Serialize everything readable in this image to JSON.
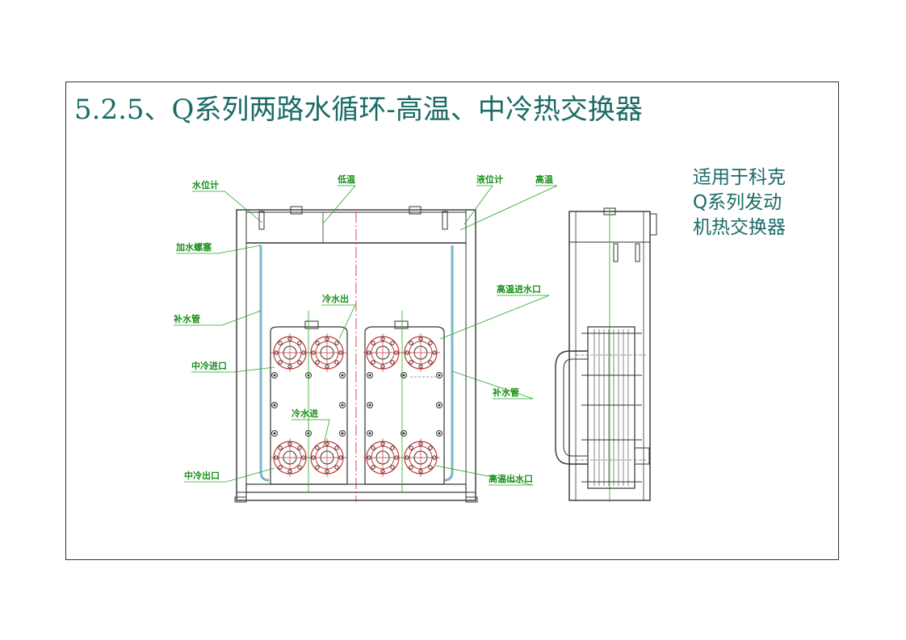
{
  "title": "5.2.5、Q系列两路水循环-高温、中冷热交换器",
  "side_note": [
    "适用于科克",
    "Q系列发动",
    "机热交换器"
  ],
  "callouts": {
    "water_level_gauge_left": "水位计",
    "low_temp": "低温",
    "liquid_level_gauge_right": "液位计",
    "high_temp": "高温",
    "fill_plug": "加水螺塞",
    "cold_water_out": "冷水出",
    "high_temp_inlet": "高温进水口",
    "makeup_pipe_left": "补水管",
    "intercool_inlet": "中冷进口",
    "cold_water_in": "冷水进",
    "makeup_pipe_right": "补水管",
    "intercool_outlet": "中冷出口",
    "high_temp_outlet": "高温出水口"
  },
  "colors": {
    "title": "#1a6b66",
    "callout": "#1a8f1a",
    "outline": "#333333",
    "centerline": "#cc2222",
    "pipe": "#7ab8c8",
    "leader": "#22a822"
  }
}
